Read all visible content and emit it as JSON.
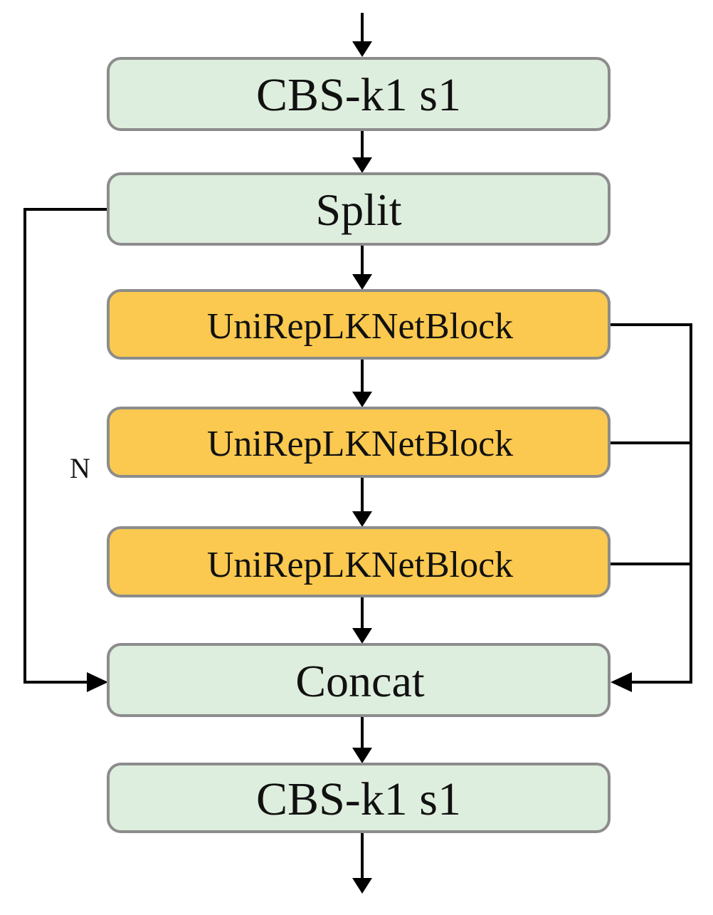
{
  "diagram": {
    "nodes": {
      "cbs_top": {
        "label": "CBS-k1 s1",
        "kind": "conv"
      },
      "split": {
        "label": "Split",
        "kind": "split"
      },
      "block_1": {
        "label": "UniRepLKNetBlock",
        "kind": "block"
      },
      "block_2": {
        "label": "UniRepLKNetBlock",
        "kind": "block"
      },
      "block_3": {
        "label": "UniRepLKNetBlock",
        "kind": "block"
      },
      "concat": {
        "label": "Concat",
        "kind": "concat"
      },
      "cbs_bottom": {
        "label": "CBS-k1 s1",
        "kind": "conv"
      }
    },
    "repeat_label": "N",
    "edges": [
      {
        "from": "input",
        "to": "cbs_top"
      },
      {
        "from": "cbs_top",
        "to": "split"
      },
      {
        "from": "split",
        "to": "block_1"
      },
      {
        "from": "block_1",
        "to": "block_2"
      },
      {
        "from": "block_2",
        "to": "block_3"
      },
      {
        "from": "block_3",
        "to": "concat"
      },
      {
        "from": "split",
        "to": "concat",
        "route": "left-bypass"
      },
      {
        "from": "block_1",
        "to": "concat",
        "route": "right-bus"
      },
      {
        "from": "block_2",
        "to": "concat",
        "route": "right-bus"
      },
      {
        "from": "block_3",
        "to": "concat",
        "route": "right-bus"
      },
      {
        "from": "concat",
        "to": "cbs_bottom"
      },
      {
        "from": "cbs_bottom",
        "to": "output"
      }
    ],
    "colors": {
      "green_fill": "#deeede",
      "yellow_fill": "#fbc94f",
      "box_border": "#8c8c8c",
      "line": "#000000",
      "text": "#111111"
    }
  }
}
